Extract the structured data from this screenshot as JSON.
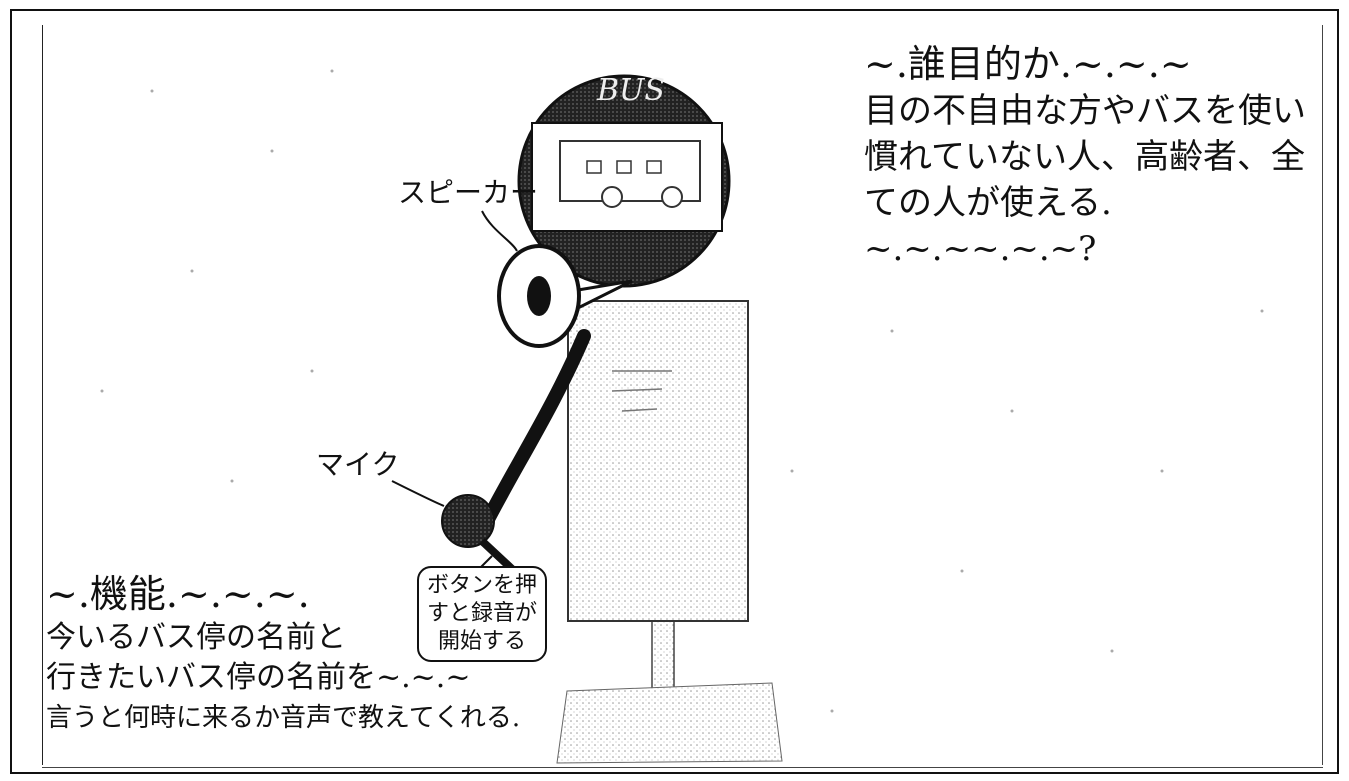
{
  "sketch": {
    "sign_text": "BUS",
    "speaker_label": "スピーカー",
    "mic_label": "マイク",
    "button_note": [
      "ボタンを押",
      "すと録音が",
      "開始する"
    ]
  },
  "purpose": {
    "title": "~.誰目的か.~.~.~",
    "lines": [
      "目の不自由な方やバスを使い",
      "慣れていない人、高齢者、全",
      "ての人が使える.",
      "~.~.~~.~.~?"
    ]
  },
  "function": {
    "title": "~.機能.~.~.~.",
    "lines": [
      "今いるバス停の名前と",
      "行きたいバス停の名前を~.~.~",
      "言うと何時に来るか音声で教えてくれる."
    ]
  }
}
